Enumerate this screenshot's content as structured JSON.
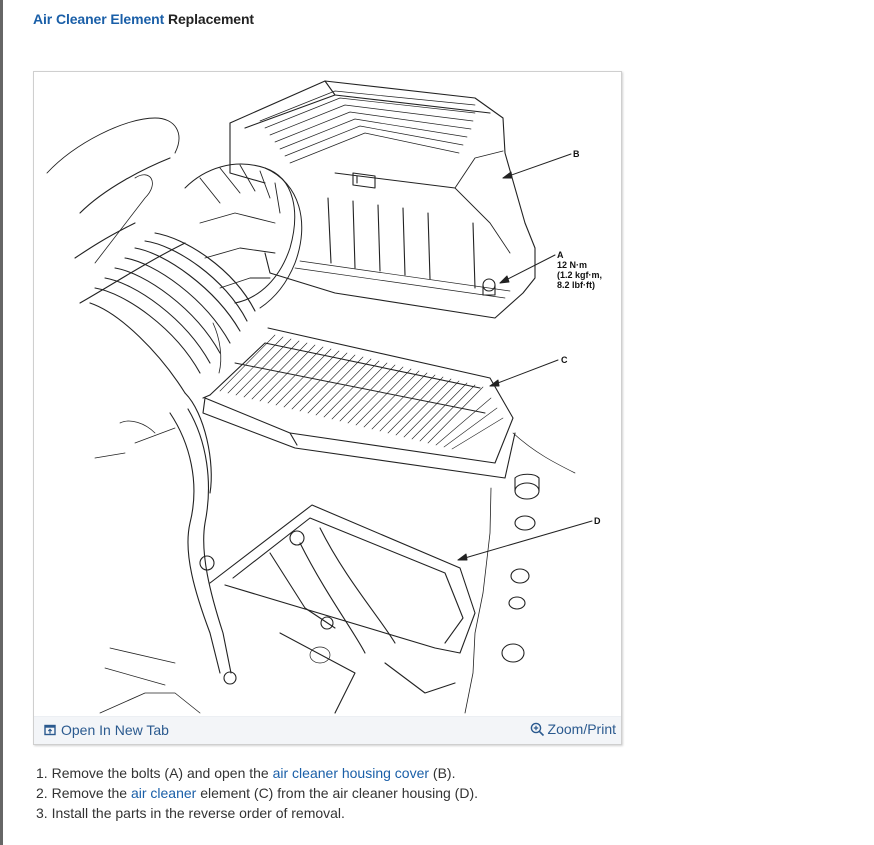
{
  "title": {
    "link_text": "Air Cleaner Element",
    "suffix": " Replacement"
  },
  "figure": {
    "callouts": {
      "A": "A",
      "A_spec_1": "12 N·m",
      "A_spec_2": "(1.2 kgf·m,",
      "A_spec_3": "8.2 lbf·ft)",
      "B": "B",
      "C": "C",
      "D": "D"
    },
    "open_tab_label": "Open In New Tab",
    "open_tab_icon": "open-in-new-tab-icon",
    "zoom_label": "Zoom/Print",
    "zoom_icon": "zoom-in-icon"
  },
  "steps": [
    {
      "num": "1. ",
      "pre": "Remove the bolts (A) and open the ",
      "link": "air cleaner housing cover",
      "post": " (B)."
    },
    {
      "num": "2. ",
      "pre": "Remove the ",
      "link": "air cleaner",
      "post": " element (C) from the air cleaner housing (D)."
    },
    {
      "num": "3. ",
      "pre": "Install the parts in the reverse order of removal.",
      "link": "",
      "post": ""
    }
  ],
  "colors": {
    "link": "#1a5fa8",
    "toolbar_link": "#2b5a8f",
    "toolbar_bg": "#f3f5f8",
    "text": "#333333"
  }
}
